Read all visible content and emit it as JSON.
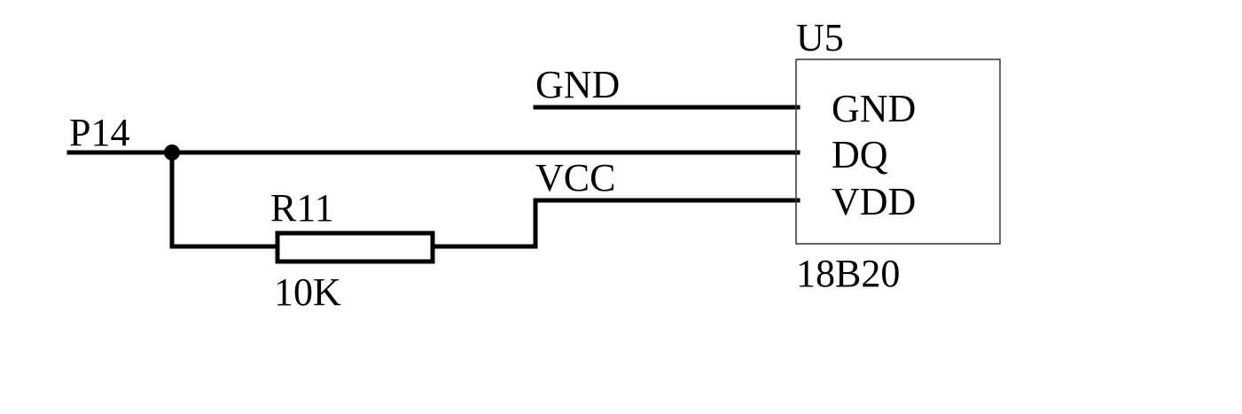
{
  "nets": {
    "p14": "P14",
    "gnd": "GND",
    "vcc": "VCC"
  },
  "resistor": {
    "designator": "R11",
    "value": "10K"
  },
  "ic": {
    "designator": "U5",
    "part": "18B20",
    "pins": [
      "GND",
      "DQ",
      "VDD"
    ]
  },
  "colors": {
    "line": "#000000",
    "background": "#ffffff"
  }
}
